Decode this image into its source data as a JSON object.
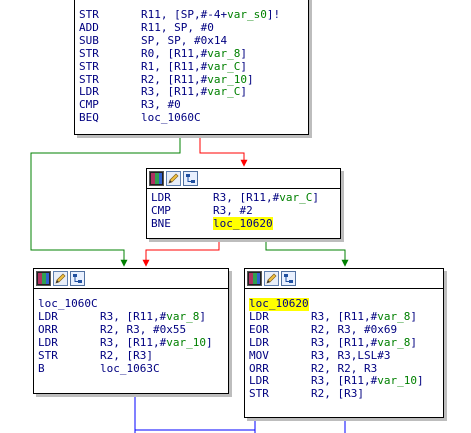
{
  "blocks": {
    "top": [
      {
        "mn": "STR",
        "ops": [
          {
            "t": "R11, [SP,#-4+"
          },
          {
            "t": "var_s0",
            "k": 1
          },
          {
            "t": "]!"
          }
        ]
      },
      {
        "mn": "ADD",
        "ops": [
          {
            "t": "R11, SP, #0"
          }
        ]
      },
      {
        "mn": "SUB",
        "ops": [
          {
            "t": "SP, SP, #0x14"
          }
        ]
      },
      {
        "mn": "STR",
        "ops": [
          {
            "t": "R0, [R11,#"
          },
          {
            "t": "var_8",
            "k": 1
          },
          {
            "t": "]"
          }
        ]
      },
      {
        "mn": "STR",
        "ops": [
          {
            "t": "R1, [R11,#"
          },
          {
            "t": "var_C",
            "k": 1
          },
          {
            "t": "]"
          }
        ]
      },
      {
        "mn": "STR",
        "ops": [
          {
            "t": "R2, [R11,#"
          },
          {
            "t": "var_10",
            "k": 1
          },
          {
            "t": "]"
          }
        ]
      },
      {
        "mn": "LDR",
        "ops": [
          {
            "t": "R3, [R11,#"
          },
          {
            "t": "var_C",
            "k": 1
          },
          {
            "t": "]"
          }
        ]
      },
      {
        "mn": "CMP",
        "ops": [
          {
            "t": "R3, #0"
          }
        ]
      },
      {
        "mn": "BEQ",
        "ops": [
          {
            "t": "loc_1060C"
          }
        ]
      }
    ],
    "mid": [
      {
        "mn": "LDR",
        "ops": [
          {
            "t": "R3, [R11,#"
          },
          {
            "t": "var_C",
            "k": 1
          },
          {
            "t": "]"
          }
        ]
      },
      {
        "mn": "CMP",
        "ops": [
          {
            "t": "R3, #2"
          }
        ]
      },
      {
        "mn": "BNE",
        "ops": [
          {
            "t": "loc_10620",
            "h": 1
          }
        ]
      }
    ],
    "left": {
      "label": "loc_1060C",
      "lines": [
        {
          "mn": "LDR",
          "ops": [
            {
              "t": "R3, [R11,#"
            },
            {
              "t": "var_8",
              "k": 1
            },
            {
              "t": "]"
            }
          ]
        },
        {
          "mn": "ORR",
          "ops": [
            {
              "t": "R2, R3, #0x55"
            }
          ]
        },
        {
          "mn": "LDR",
          "ops": [
            {
              "t": "R3, [R11,#"
            },
            {
              "t": "var_10",
              "k": 1
            },
            {
              "t": "]"
            }
          ]
        },
        {
          "mn": "STR",
          "ops": [
            {
              "t": "R2, [R3]"
            }
          ]
        },
        {
          "mn": "B",
          "ops": [
            {
              "t": "loc_1063C"
            }
          ]
        }
      ]
    },
    "right": {
      "label": "loc_10620",
      "label_highlight": true,
      "lines": [
        {
          "mn": "LDR",
          "ops": [
            {
              "t": "R3, [R11,#"
            },
            {
              "t": "var_8",
              "k": 1
            },
            {
              "t": "]"
            }
          ]
        },
        {
          "mn": "EOR",
          "ops": [
            {
              "t": "R2, R3, #0x69"
            }
          ]
        },
        {
          "mn": "LDR",
          "ops": [
            {
              "t": "R3, [R11,#"
            },
            {
              "t": "var_8",
              "k": 1
            },
            {
              "t": "]"
            }
          ]
        },
        {
          "mn": "MOV",
          "ops": [
            {
              "t": "R3, R3,LSL#3"
            }
          ]
        },
        {
          "mn": "ORR",
          "ops": [
            {
              "t": "R2, R2, R3"
            }
          ]
        },
        {
          "mn": "LDR",
          "ops": [
            {
              "t": "R3, [R11,#"
            },
            {
              "t": "var_10",
              "k": 1
            },
            {
              "t": "]"
            }
          ]
        },
        {
          "mn": "STR",
          "ops": [
            {
              "t": "R2, [R3]"
            }
          ]
        }
      ]
    }
  },
  "colors": {
    "code": "#000080",
    "var": "#008000",
    "highlight": "#ffff00",
    "edge_true": "#008000",
    "edge_false": "#ff0000",
    "edge_uncond": "#0000ff"
  },
  "icons": [
    "palette-icon",
    "edit-icon",
    "graph-icon"
  ]
}
